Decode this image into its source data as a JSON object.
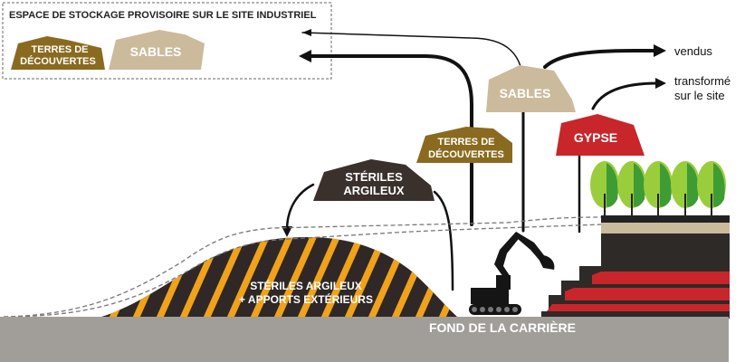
{
  "storage_box": {
    "title": "ESPACE DE STOCKAGE PROVISOIRE SUR LE SITE INDUSTRIEL"
  },
  "piles": {
    "storage_topsoil": {
      "line1": "TERRES DE",
      "line2": "DÉCOUVERTES"
    },
    "storage_sand": {
      "label": "SABLES"
    },
    "sand": {
      "label": "SABLES"
    },
    "gypsum": {
      "label": "GYPSE"
    },
    "topsoil": {
      "line1": "TERRES DE",
      "line2": "DÉCOUVERTES"
    },
    "clay_waste": {
      "line1": "STÉRILES",
      "line2": "ARGILEUX"
    }
  },
  "destinations": {
    "sold": "vendus",
    "processed": {
      "line1": "transformé",
      "line2": "sur le site"
    }
  },
  "backfill": {
    "line1": "STÉRILES ARGILEUX",
    "line2": "+ APPORTS EXTÉRIEURS"
  },
  "ground": {
    "label": "FOND DE LA CARRIÈRE"
  },
  "colors": {
    "topsoil": "#8a6a1f",
    "sand": "#cbbb9c",
    "gypsum": "#c8262a",
    "clay_waste": "#3a302c",
    "ground": "#a19e99",
    "stripe": "#f0a21b",
    "tree_light": "#9acd3c",
    "tree_dark": "#3f9b34",
    "arrow": "#111111"
  }
}
